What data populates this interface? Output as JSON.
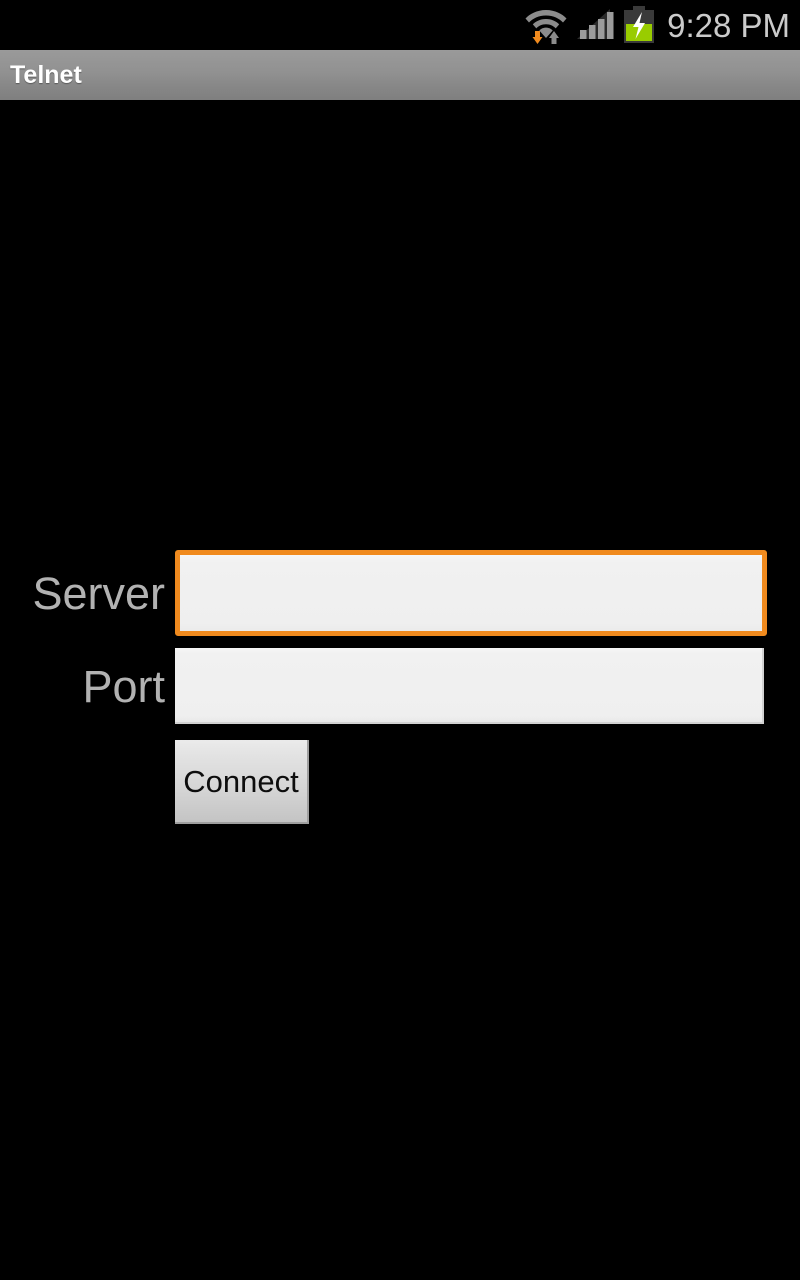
{
  "status_bar": {
    "icons": [
      {
        "name": "wifi-transfer-icon",
        "label": "wifi-with-data-arrows"
      },
      {
        "name": "cellular-signal-icon",
        "label": "signal-bars-4"
      },
      {
        "name": "battery-charging-icon",
        "label": "battery-charging"
      }
    ],
    "clock": "9:28 PM"
  },
  "title_bar": {
    "title": "Telnet"
  },
  "form": {
    "server": {
      "label": "Server",
      "value": "",
      "placeholder": ""
    },
    "port": {
      "label": "Port",
      "value": "",
      "placeholder": ""
    },
    "connect_label": "Connect"
  },
  "colors": {
    "background": "#000000",
    "title_bar_top": "#9a9a9a",
    "title_bar_bottom": "#7f7f7f",
    "label_text": "#b2b2b2",
    "focus_orange": "#f08a1e",
    "field_fill": "#efefef",
    "button_top": "#ebebeb",
    "button_bottom": "#c4c4c4",
    "clock_text": "#cbcbcb",
    "battery_green": "#99cc00",
    "wifi_arrow_orange": "#f08a1e"
  }
}
